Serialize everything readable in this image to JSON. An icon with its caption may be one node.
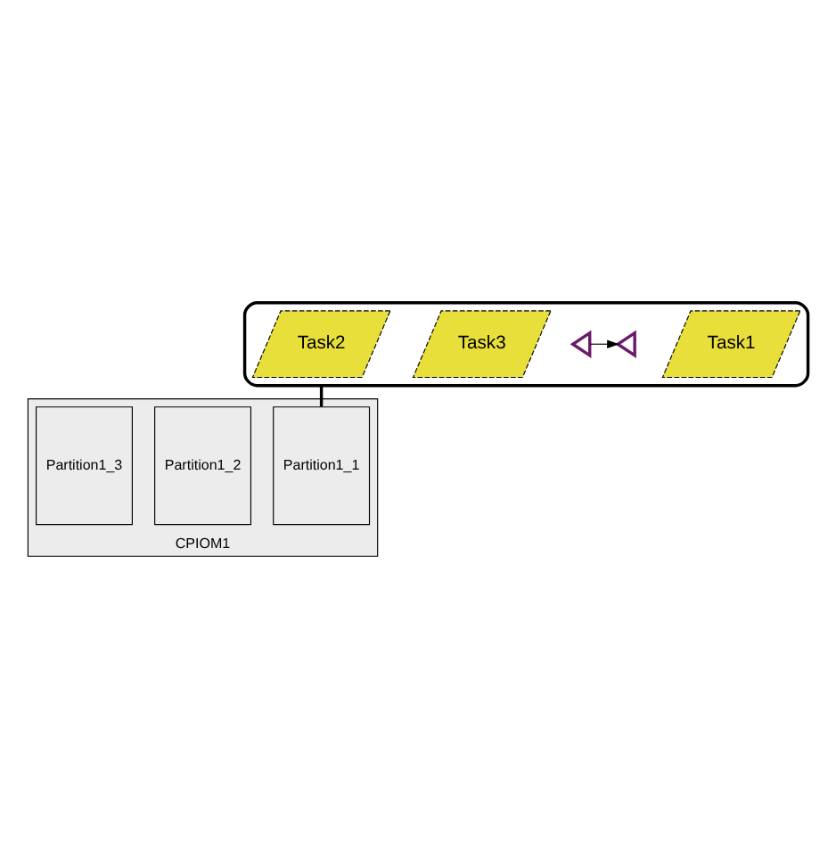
{
  "diagram": {
    "nodes": [
      {
        "text": [],
        "shape": "callout"
      },
      {
        "text": [
          "Task1"
        ],
        "in": 0
      },
      {
        "text": [],
        "shape": "triangle",
        "in": 0
      },
      {
        "text": [],
        "shape": "triangle",
        "in": 0
      },
      {
        "text": [
          "Task3"
        ],
        "in": 0
      },
      {
        "text": [
          "Task2"
        ],
        "in": 0
      },
      {
        "text": [
          "CPIOM1"
        ]
      },
      {
        "text": [
          "Partition1_1"
        ],
        "in": 6
      },
      {
        "text": [
          "Partition1_2"
        ],
        "in": 6
      },
      {
        "text": [
          "Partition1_3"
        ],
        "in": 6
      }
    ],
    "edges": [
      {
        "from": 2,
        "to": 3,
        "arrow": "to"
      },
      {
        "from": 0,
        "to": 7,
        "arrow": "none"
      }
    ]
  }
}
